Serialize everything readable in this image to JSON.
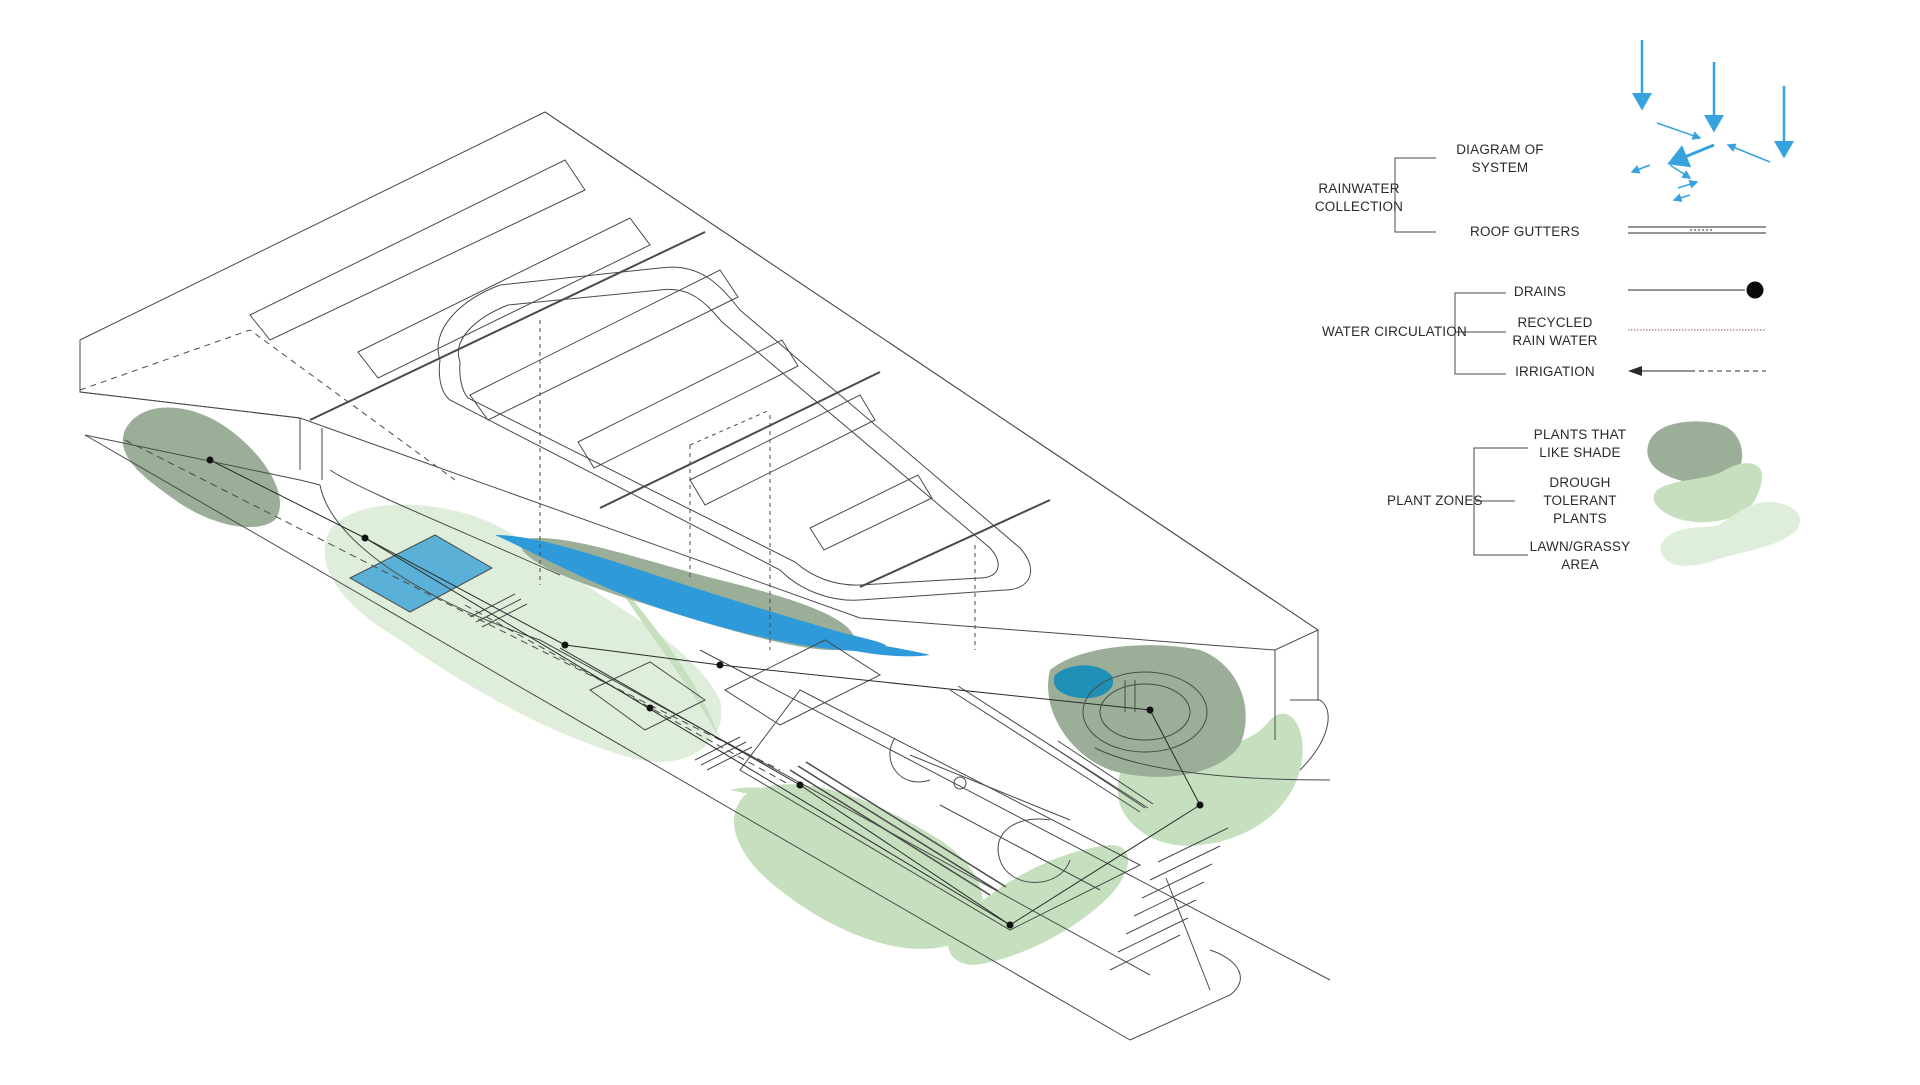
{
  "legend": {
    "rainwater": {
      "group_label": "RAINWATER\nCOLLECTION",
      "items": [
        {
          "label": "DIAGRAM OF\nSYSTEM",
          "symbol": "blue-arrows-icon"
        },
        {
          "label": "ROOF GUTTERS",
          "symbol": "double-line-gutter-icon"
        }
      ]
    },
    "water_circulation": {
      "group_label": "WATER CIRCULATION",
      "items": [
        {
          "label": "DRAINS",
          "symbol": "line-with-dot-icon"
        },
        {
          "label": "RECYCLED\nRAIN WATER",
          "symbol": "dotted-brown-line-icon"
        },
        {
          "label": "IRRIGATION",
          "symbol": "arrow-dashed-line-icon"
        }
      ]
    },
    "plant_zones": {
      "group_label": "PLANT ZONES",
      "items": [
        {
          "label": "PLANTS THAT\nLIKE SHADE",
          "color": "#9aae98"
        },
        {
          "label": "DROUGH\nTOLERANT\nPLANTS",
          "color": "#c5dfbf"
        },
        {
          "label": "LAWN/GRASSY\nAREA",
          "color": "#deeedb"
        }
      ]
    }
  },
  "colors": {
    "water_blue": "#2f9ad9",
    "rain_arrow_blue": "#36a3df",
    "shade_green": "#9aae98",
    "drought_green": "#c5dfbf",
    "lawn_green": "#deeedb",
    "line_gray": "#4a4a4a"
  }
}
